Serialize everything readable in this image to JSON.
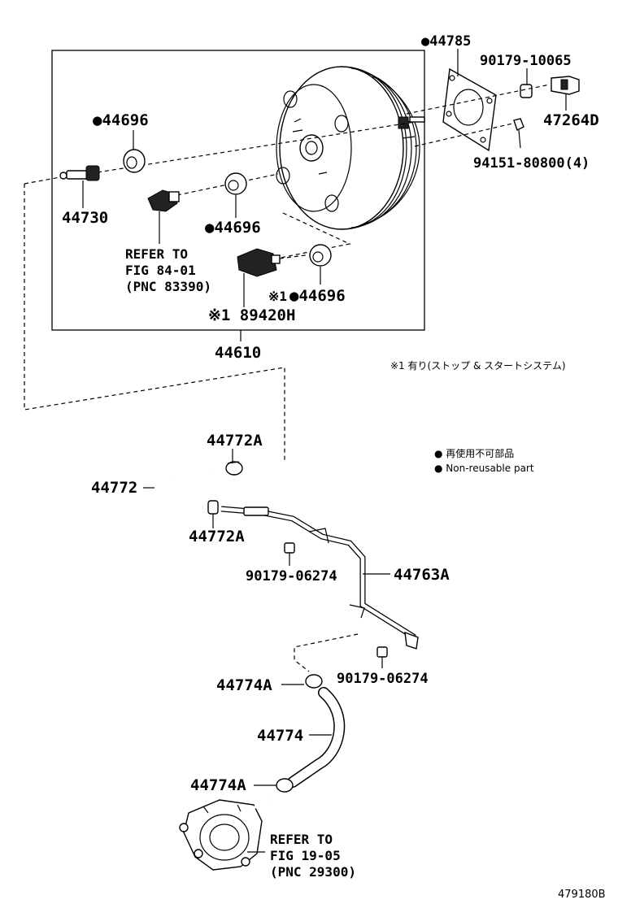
{
  "labels": {
    "p44785": "●44785",
    "p90179_10065": "90179-10065",
    "p47264D": "47264D",
    "p94151": "94151-80800(4)",
    "p44696_a": "●44696",
    "p44730": "44730",
    "p44696_b": "●44696",
    "p44696_c_mark": "※1",
    "p44696_c": "●44696",
    "p89420H": "※1 89420H",
    "p44610": "44610",
    "p44772A_top": "44772A",
    "p44772": "44772",
    "p44772A_bot": "44772A",
    "p90179_06274_a": "90179-06274",
    "p44763A": "44763A",
    "p90179_06274_b": "90179-06274",
    "p44774A_top": "44774A",
    "p44774": "44774",
    "p44774A_bot": "44774A"
  },
  "refs": {
    "fig84": [
      "REFER TO",
      "FIG 84-01",
      "(PNC 83390)"
    ],
    "fig19": [
      "REFER TO",
      "FIG 19-05",
      "(PNC 29300)"
    ]
  },
  "notes": {
    "stop_start": "※1 有り(ストップ & スタートシステム)",
    "legend_jp": "● 再使用不可部品",
    "legend_en": "● Non-reusable part"
  },
  "figure_code": "479180B"
}
